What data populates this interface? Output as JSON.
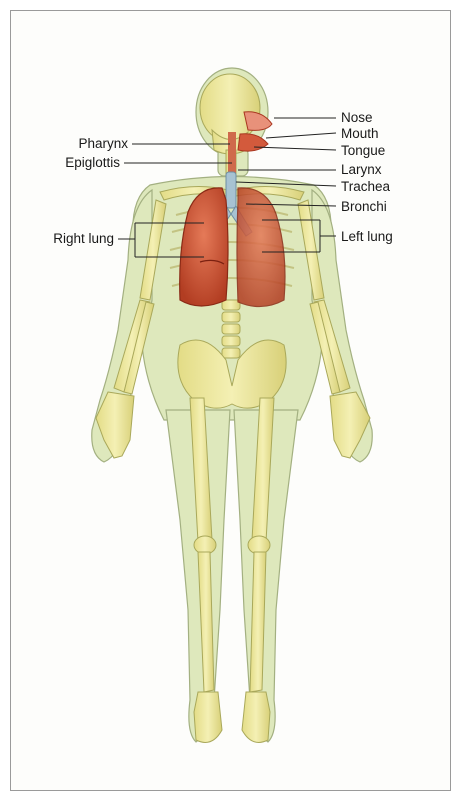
{
  "diagram": {
    "labels_left": {
      "pharynx": "Pharynx",
      "epiglottis": "Epiglottis",
      "right_lung": "Right lung"
    },
    "labels_right": {
      "nose": "Nose",
      "mouth": "Mouth",
      "tongue": "Tongue",
      "larynx": "Larynx",
      "trachea": "Trachea",
      "bronchi": "Bronchi",
      "left_lung": "Left lung"
    },
    "colors": {
      "skin": "#d8e4b0",
      "bone": "#ece69a",
      "bone_outline": "#a9a85a",
      "lung": "#d35a3c",
      "lung_dark": "#a8351f",
      "airway": "#9fb9c8",
      "leader_line": "#222222"
    }
  }
}
